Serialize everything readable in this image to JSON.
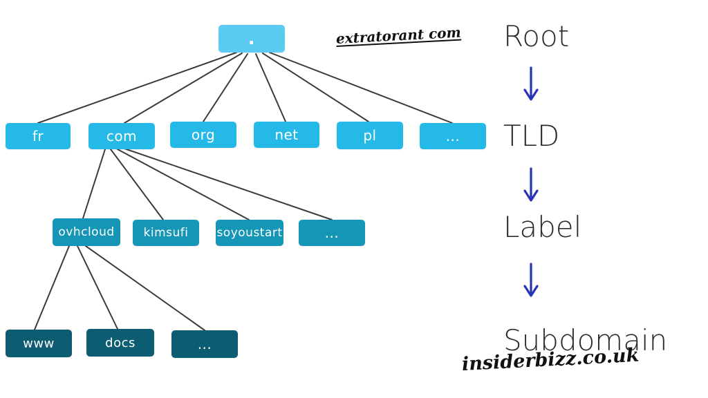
{
  "tree": {
    "root": {
      "label": "."
    },
    "tld": [
      "fr",
      "com",
      "org",
      "net",
      "pl",
      "..."
    ],
    "labels": [
      "ovhcloud",
      "kimsufi",
      "soyoustart",
      "..."
    ],
    "subdomains": [
      "www",
      "docs",
      "..."
    ]
  },
  "levels": {
    "root": "Root",
    "tld": "TLD",
    "label": "Label",
    "subdomain": "Subdomain"
  },
  "watermarks": {
    "top": "extratorant com",
    "bottom": "insiderbizz.co.uk"
  },
  "colors": {
    "root_node": "#5ccbf2",
    "tld_node": "#25b9e7",
    "label_node": "#1596b6",
    "subdomain_node": "#0c5c72",
    "edge": "#3a3a3a",
    "arrow": "#2633b8"
  }
}
